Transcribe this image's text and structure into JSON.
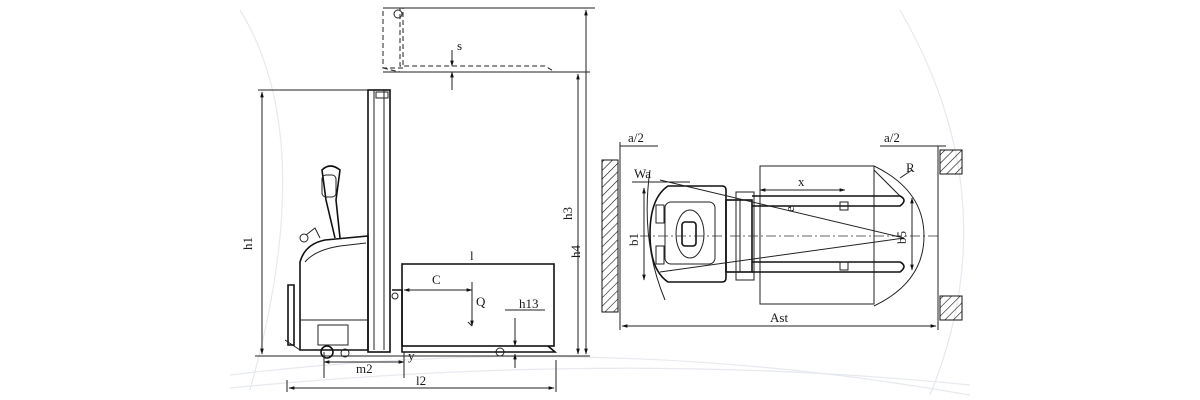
{
  "labels": {
    "s": "s",
    "h1": "h1",
    "h3": "h3",
    "h4": "h4",
    "l": "l",
    "C": "C",
    "Q": "Q",
    "h13": "h13",
    "m2": "m2",
    "y": "y",
    "l2": "l2",
    "a2_left": "a/2",
    "a2_right": "a/2",
    "Wa": "Wa",
    "x": "x",
    "R": "R",
    "b1": "b1",
    "b5": "b5",
    "e": "e",
    "Ast": "Ast"
  }
}
